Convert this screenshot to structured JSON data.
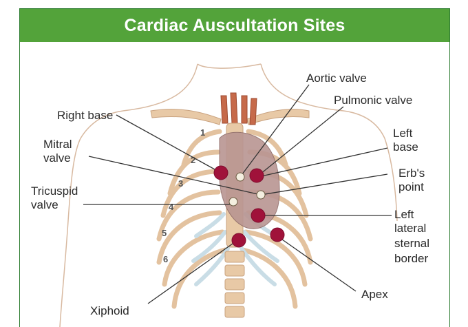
{
  "header": {
    "title": "Cardiac Auscultation Sites"
  },
  "colors": {
    "header_bg": "#53a33a",
    "site_marker": "#a0123a",
    "bone": "#e8c9a6",
    "cartilage": "#c9dde6",
    "heart": "#b99592"
  },
  "labels": {
    "aortic_valve": "Aortic valve",
    "pulmonic_valve": "Pulmonic valve",
    "right_base": "Right base",
    "mitral_line1": "Mitral",
    "mitral_line2": "valve",
    "left_base_line1": "Left",
    "left_base_line2": "base",
    "tricuspid_line1": "Tricuspid",
    "tricuspid_line2": "valve",
    "erbs_line1": "Erb's",
    "erbs_line2": "point",
    "left_lsb_line1": "Left",
    "left_lsb_line2": "lateral",
    "left_lsb_line3": "sternal",
    "left_lsb_line4": "border",
    "apex": "Apex",
    "xiphoid": "Xiphoid"
  },
  "rib_numbers": [
    "1",
    "2",
    "3",
    "4",
    "5",
    "6"
  ]
}
